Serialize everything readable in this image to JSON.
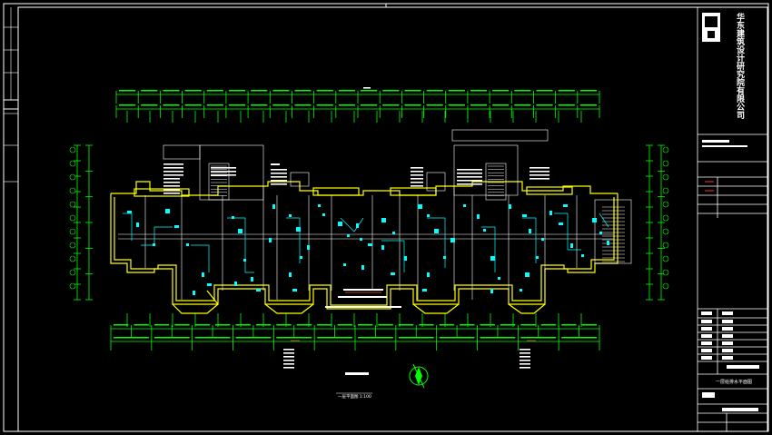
{
  "colors": {
    "background": "#000000",
    "frame": "#ffffff",
    "dimension": "#00ff00",
    "wall": "#ffff00",
    "fixture": "#00ffff",
    "room": "#ffffff",
    "note": "#ff4444",
    "stair": "#ffffff"
  },
  "title_block": {
    "company": "华东建筑设计研究院有限公司",
    "sheet_title": "一层给排水平面图"
  },
  "drawing": {
    "title": "一层平面图 1:100"
  }
}
